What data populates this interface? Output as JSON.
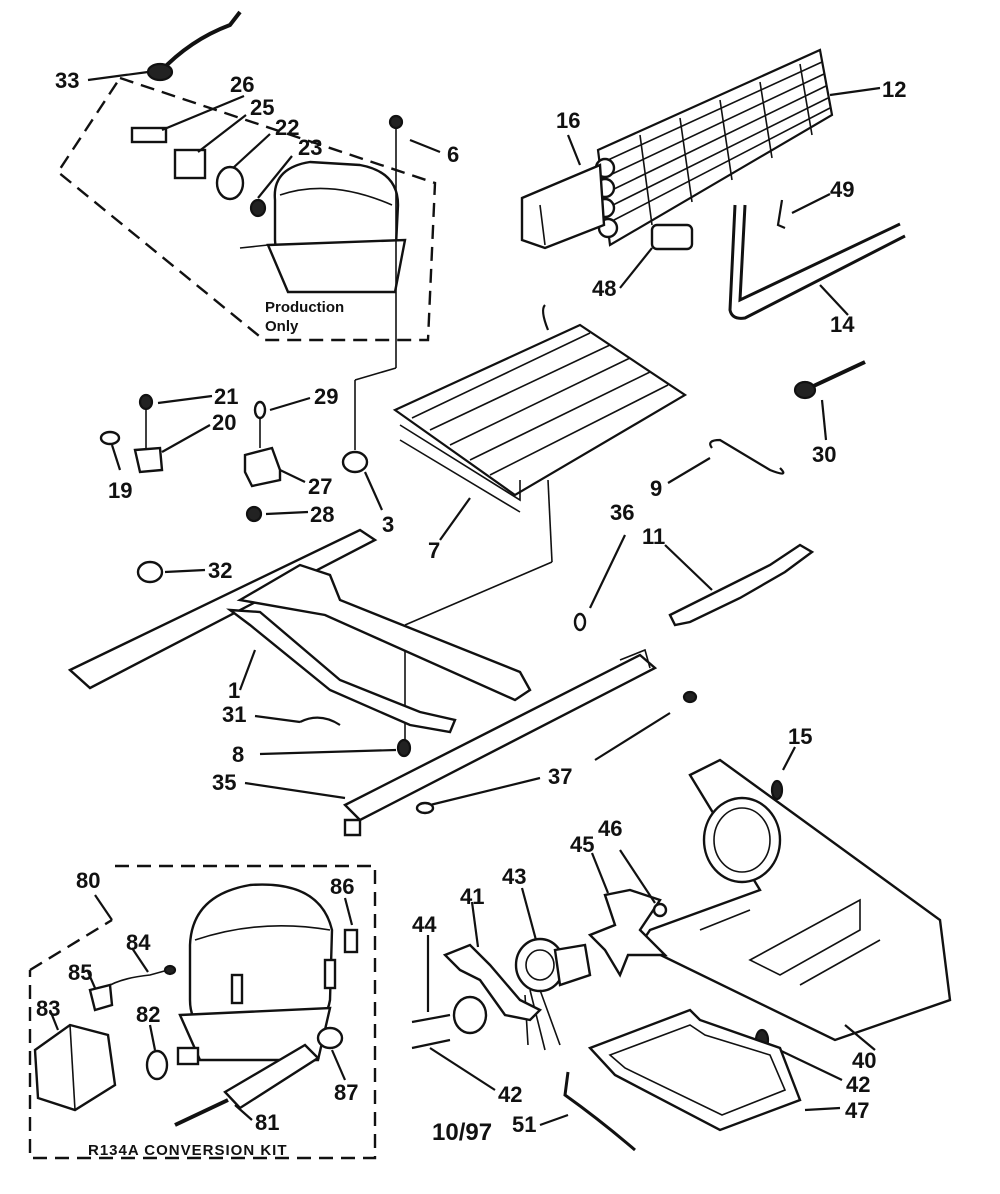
{
  "callouts": [
    "1",
    "3",
    "6",
    "7",
    "8",
    "9",
    "11",
    "12",
    "14",
    "15",
    "16",
    "19",
    "20",
    "21",
    "22",
    "23",
    "25",
    "26",
    "27",
    "28",
    "29",
    "30",
    "31",
    "32",
    "33",
    "35",
    "36",
    "37",
    "40",
    "41",
    "42",
    "43",
    "44",
    "45",
    "46",
    "47",
    "48",
    "49",
    "51",
    "80",
    "81",
    "82",
    "83",
    "84",
    "85",
    "86",
    "87"
  ],
  "labels": {
    "n33": "33",
    "n26": "26",
    "n25": "25",
    "n22": "22",
    "n23": "23",
    "n6": "6",
    "n16": "16",
    "n12": "12",
    "n49": "49",
    "n48": "48",
    "n14": "14",
    "n21": "21",
    "n29": "29",
    "n20": "20",
    "n19": "19",
    "n27": "27",
    "n28": "28",
    "n3": "3",
    "n7": "7",
    "n30": "30",
    "n9": "9",
    "n36": "36",
    "n11": "11",
    "n32": "32",
    "n1": "1",
    "n31": "31",
    "n8": "8",
    "n35": "35",
    "n37": "37",
    "n15": "15",
    "n80": "80",
    "n86": "86",
    "n84": "84",
    "n85": "85",
    "n83": "83",
    "n82": "82",
    "n81": "81",
    "n87": "87",
    "n44": "44",
    "n41": "41",
    "n43": "43",
    "n45": "45",
    "n46": "46",
    "n42a": "42",
    "n42b": "42",
    "n40": "40",
    "n47": "47",
    "n51": "51"
  },
  "notes": {
    "production_line1": "Production",
    "production_line2": "Only",
    "kit_title": "R134A CONVERSION KIT",
    "date_code": "10/97"
  }
}
